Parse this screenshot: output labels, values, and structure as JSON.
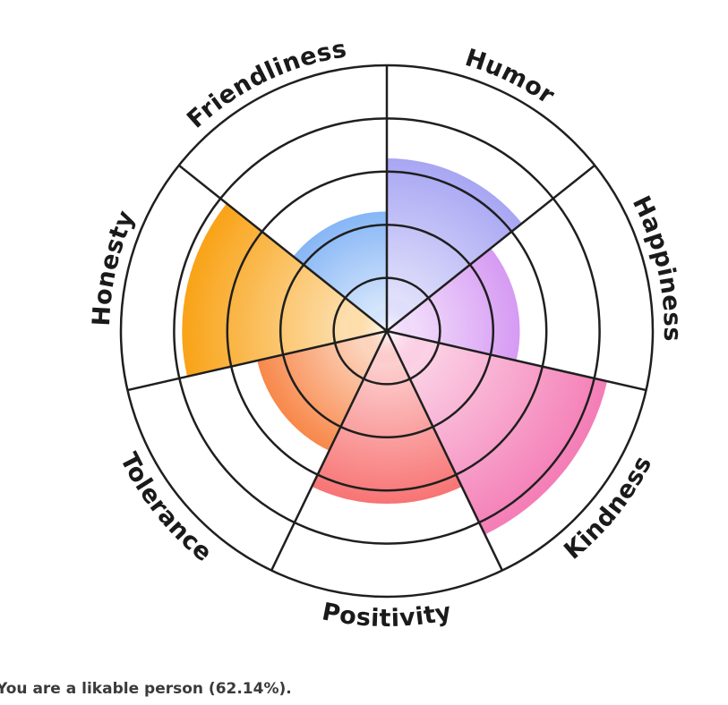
{
  "chart_data": {
    "type": "polar-area",
    "title": "",
    "categories": [
      "Humor",
      "Happiness",
      "Kindness",
      "Positivity",
      "Tolerance",
      "Honesty",
      "Friendliness"
    ],
    "values": [
      65,
      50,
      85,
      65,
      50,
      77,
      45
    ],
    "rlim": [
      0,
      100
    ],
    "rings": [
      20,
      40,
      60,
      80,
      100
    ],
    "colors": [
      "#a8a6f3",
      "#d69af3",
      "#f47db6",
      "#f87474",
      "#f8884a",
      "#f9a317",
      "#86b6f6"
    ]
  },
  "result_text": "You are a likable person (62.14%)."
}
